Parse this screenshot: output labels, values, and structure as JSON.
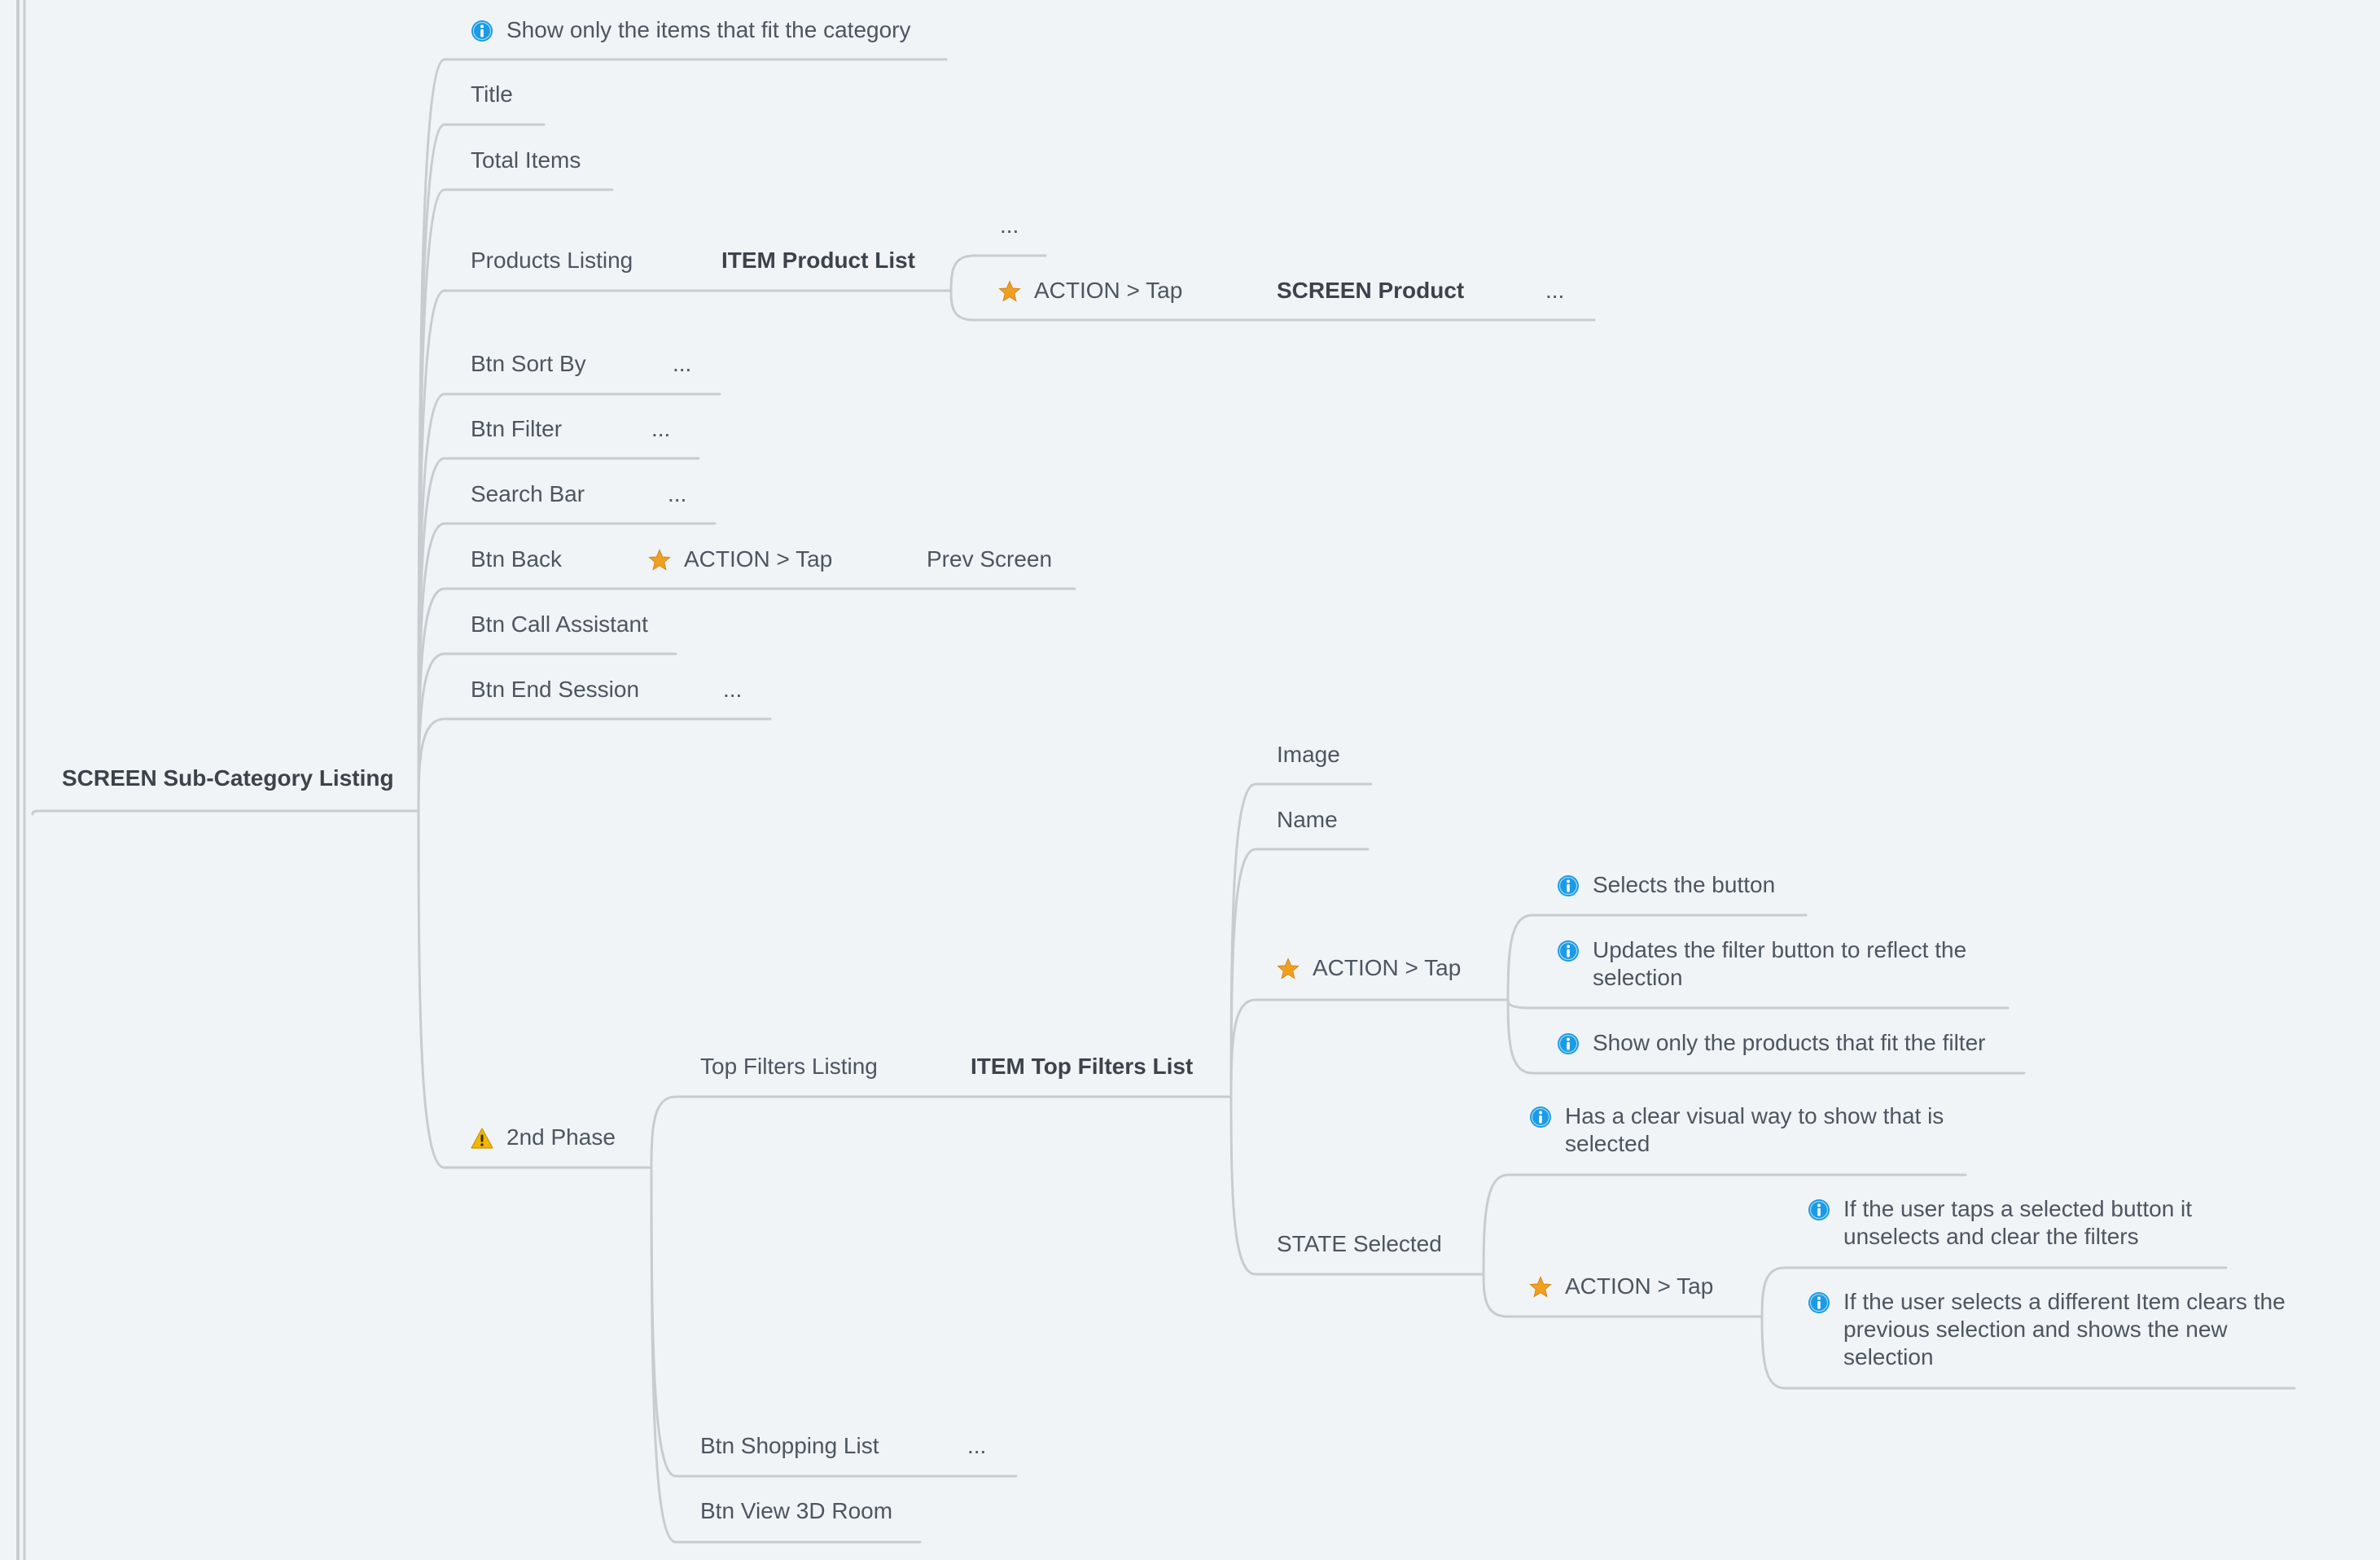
{
  "colors": {
    "background": "#f1f4f7",
    "connector": "#c8ccd1",
    "text": "#4d5560",
    "info_icon": "#1a9be6",
    "star_icon": "#f0a020",
    "warning_icon": "#f2b705"
  },
  "nodes": [
    {
      "id": "screen-sub-category-listing",
      "label": "SCREEN Sub-Category Listing",
      "bold": true
    },
    {
      "id": "note-show-only-items",
      "label": "Show only the items that fit the category",
      "icon": "info-icon"
    },
    {
      "id": "title",
      "label": "Title"
    },
    {
      "id": "total-items",
      "label": "Total Items"
    },
    {
      "id": "products-listing",
      "label": "Products Listing"
    },
    {
      "id": "item-product-list",
      "label": "ITEM Product List",
      "bold": true
    },
    {
      "id": "product-list-more",
      "label": "..."
    },
    {
      "id": "product-list-action-tap",
      "label": "ACTION > Tap",
      "icon": "star-icon"
    },
    {
      "id": "screen-product",
      "label": "SCREEN Product",
      "bold": true
    },
    {
      "id": "screen-product-more",
      "label": "..."
    },
    {
      "id": "btn-sort-by",
      "label": "Btn Sort By"
    },
    {
      "id": "btn-sort-by-more",
      "label": "..."
    },
    {
      "id": "btn-filter",
      "label": "Btn Filter"
    },
    {
      "id": "btn-filter-more",
      "label": "..."
    },
    {
      "id": "search-bar",
      "label": "Search Bar"
    },
    {
      "id": "search-bar-more",
      "label": "..."
    },
    {
      "id": "btn-back",
      "label": "Btn Back"
    },
    {
      "id": "btn-back-action-tap",
      "label": "ACTION > Tap",
      "icon": "star-icon"
    },
    {
      "id": "prev-screen",
      "label": "Prev Screen"
    },
    {
      "id": "btn-call-assistant",
      "label": "Btn Call Assistant"
    },
    {
      "id": "btn-end-session",
      "label": "Btn End Session"
    },
    {
      "id": "btn-end-session-more",
      "label": "..."
    },
    {
      "id": "second-phase",
      "label": "2nd Phase",
      "icon": "warning-icon"
    },
    {
      "id": "top-filters-listing",
      "label": "Top Filters Listing"
    },
    {
      "id": "item-top-filters-list",
      "label": "ITEM Top Filters List",
      "bold": true
    },
    {
      "id": "image",
      "label": "Image"
    },
    {
      "id": "name",
      "label": "Name"
    },
    {
      "id": "filter-action-tap",
      "label": "ACTION > Tap",
      "icon": "star-icon"
    },
    {
      "id": "note-selects-button",
      "label": "Selects the button",
      "icon": "info-icon"
    },
    {
      "id": "note-updates-filter-button",
      "label": "Updates the filter button to reflect the selection",
      "icon": "info-icon"
    },
    {
      "id": "note-show-only-products",
      "label": "Show only the products that fit the filter",
      "icon": "info-icon"
    },
    {
      "id": "state-selected",
      "label": "STATE Selected"
    },
    {
      "id": "note-clear-visual-way",
      "label": "Has a clear visual way to show that is selected",
      "icon": "info-icon"
    },
    {
      "id": "selected-action-tap",
      "label": "ACTION > Tap",
      "icon": "star-icon"
    },
    {
      "id": "note-taps-selected-button",
      "label": "If the user taps a selected button it unselects and clear the filters",
      "icon": "info-icon"
    },
    {
      "id": "note-selects-different-item",
      "label": "If the user selects a different Item clears the previous selection and shows the new selection",
      "icon": "info-icon"
    },
    {
      "id": "btn-shopping-list",
      "label": "Btn Shopping List"
    },
    {
      "id": "btn-shopping-list-more",
      "label": "..."
    },
    {
      "id": "btn-view-3d-room",
      "label": "Btn View 3D Room"
    }
  ]
}
